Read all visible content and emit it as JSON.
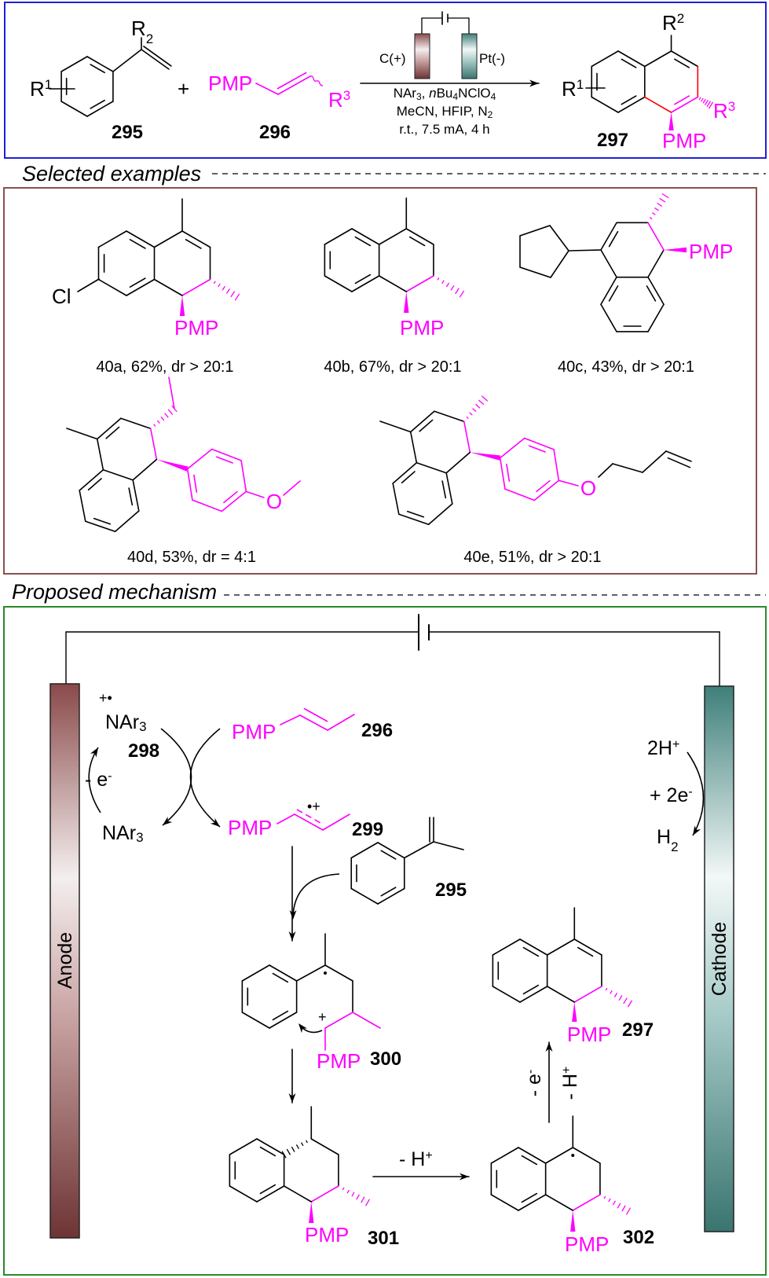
{
  "scheme": {
    "r": "R",
    "one": "1",
    "two": "2",
    "three": "3",
    "pmp": "PMP",
    "plus": "+",
    "c295": "295",
    "c296": "296",
    "c297": "297",
    "anode_electrode": "C(+)",
    "cathode_electrode": "Pt(-)",
    "cond1": {
      "a": "NAr",
      "a_sub": "3",
      "b": ", ",
      "c": "n",
      "d": "Bu",
      "d_sub": "4",
      "e": "NClO",
      "e_sub": "4"
    },
    "cond2": {
      "a": "MeCN, HFIP, N",
      "a_sub": "2"
    },
    "cond3": "r.t., 7.5 mA, 4 h"
  },
  "examples": {
    "title": "Selected examples",
    "cl": "Cl",
    "pmp": "PMP",
    "o": "O",
    "captions": [
      "40a, 62%, dr > 20:1",
      "40b, 67%, dr > 20:1",
      "40c, 43%, dr > 20:1",
      "40d, 53%, dr = 4:1",
      "40e, 51%, dr > 20:1"
    ]
  },
  "mechanism": {
    "title": "Proposed mechanism",
    "anode": "Anode",
    "cathode": "Cathode",
    "nar": "NAr",
    "nar_sub": "3",
    "radical_cation": "+•",
    "c298": "298",
    "minus_e": "- e",
    "e_sup": "-",
    "pmp": "PMP",
    "c296": "296",
    "c299": "299",
    "rc299": "•+",
    "c295": "295",
    "c300": "300",
    "plus": "+",
    "c301": "301",
    "c302": "302",
    "c297": "297",
    "minus_h": "- H",
    "h_sup": "+",
    "two_h": "2H",
    "two_h_sup": "+",
    "plus_2e": "+ 2e",
    "plus_2e_sup": "-",
    "h2": "H",
    "h2_sub": "2"
  },
  "colors": {
    "highlight": "#ff00ff",
    "scheme_border": "#1f1fd8",
    "examples_border": "#8b5050",
    "mechanism_border": "#2a8a2a",
    "anode": "#8a4a4a",
    "cathode": "#3f7f7a"
  }
}
